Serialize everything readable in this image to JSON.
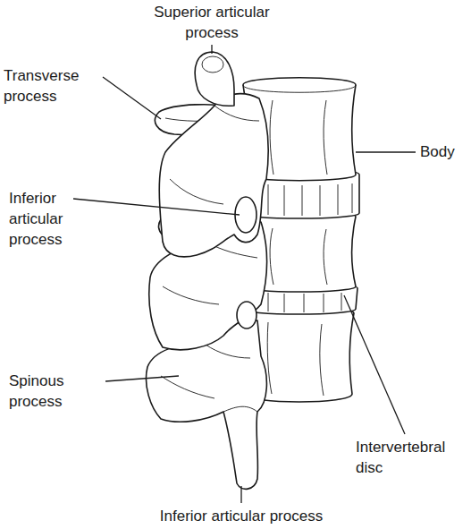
{
  "diagram": {
    "labels": [
      "Superior articular process",
      "Transverse process",
      "Body",
      "Inferior articular process",
      "Spinous process",
      "Intervertebral disc",
      "Inferior articular process"
    ]
  }
}
